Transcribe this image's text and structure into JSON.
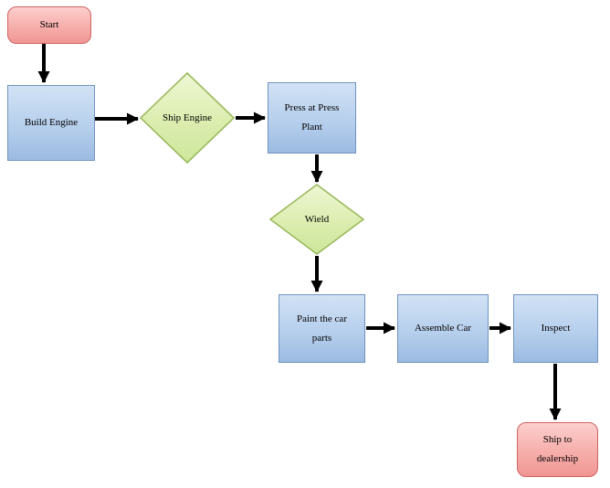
{
  "nodes": {
    "start": {
      "label": "Start",
      "type": "terminator"
    },
    "build_engine": {
      "label": "Build Engine",
      "type": "process"
    },
    "ship_engine": {
      "label": "Ship Engine",
      "type": "decision"
    },
    "press_plant": {
      "label": "Press at Press Plant",
      "type": "process"
    },
    "wield": {
      "label": "Wield",
      "type": "decision"
    },
    "paint": {
      "label": "Paint the car parts",
      "type": "process"
    },
    "assemble": {
      "label": "Assemble Car",
      "type": "process"
    },
    "inspect": {
      "label": "Inspect",
      "type": "process"
    },
    "ship_dealership": {
      "label": "Ship to dealership",
      "type": "terminator"
    }
  },
  "edges": [
    {
      "from": "start",
      "to": "build_engine"
    },
    {
      "from": "build_engine",
      "to": "ship_engine"
    },
    {
      "from": "ship_engine",
      "to": "press_plant"
    },
    {
      "from": "press_plant",
      "to": "wield"
    },
    {
      "from": "wield",
      "to": "paint"
    },
    {
      "from": "paint",
      "to": "assemble"
    },
    {
      "from": "assemble",
      "to": "inspect"
    },
    {
      "from": "inspect",
      "to": "ship_dealership"
    }
  ],
  "colors": {
    "terminator_fill_top": "#fccfcd",
    "terminator_fill_bottom": "#f09693",
    "terminator_border": "#cf6462",
    "process_fill_top": "#d2e2f5",
    "process_fill_bottom": "#9cbbe2",
    "process_border": "#7093c0",
    "decision_fill_top": "#ecf6d0",
    "decision_fill_bottom": "#cde79c",
    "decision_border": "#9cba5e",
    "arrow": "#000000",
    "background": "#ffffff"
  }
}
